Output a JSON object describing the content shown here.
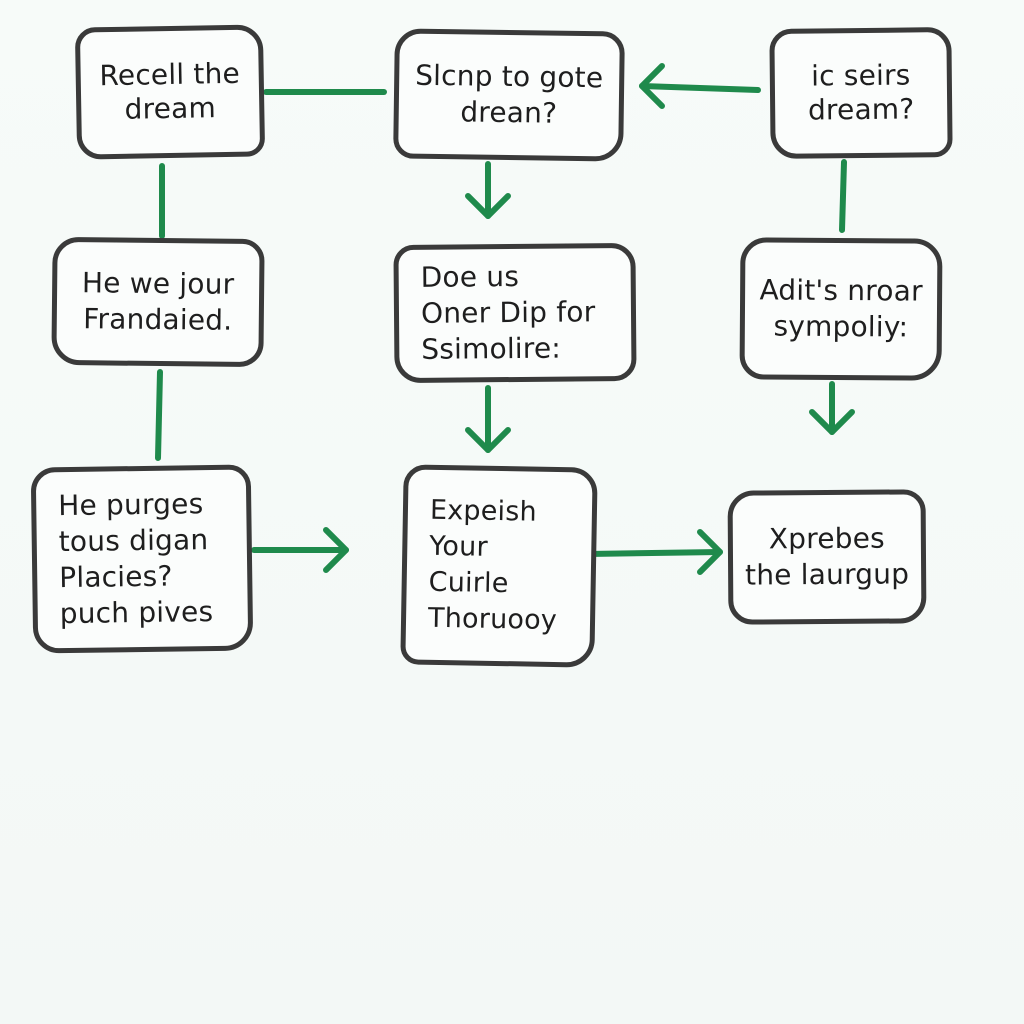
{
  "diagram": {
    "colors": {
      "arrow": "#1f8a4c",
      "border": "#3a3a3a",
      "text": "#1e1e1e",
      "background": "#f6faf8"
    },
    "nodes": [
      {
        "id": "n1",
        "lines": [
          "Recell the",
          "dream"
        ]
      },
      {
        "id": "n2",
        "lines": [
          "Slcnp to gote",
          "drean?"
        ]
      },
      {
        "id": "n3",
        "lines": [
          "ic seirs",
          "dream?"
        ]
      },
      {
        "id": "n4",
        "lines": [
          "He we jour",
          "Frandaied."
        ]
      },
      {
        "id": "n5",
        "lines": [
          "Doe us",
          "Oner Dip for",
          "Ssimolire:"
        ]
      },
      {
        "id": "n6",
        "lines": [
          "Adit's nroar",
          "sympoliy:"
        ]
      },
      {
        "id": "n7",
        "lines": [
          "He purges",
          "tous digan",
          "Placies?",
          "puch pives"
        ]
      },
      {
        "id": "n8",
        "lines": [
          "Expeish",
          "Your",
          "Cuirle",
          "Thoruooy"
        ]
      },
      {
        "id": "n9",
        "lines": [
          "Xprebes",
          "the laurgup"
        ]
      }
    ],
    "connectors": [
      {
        "from": "n1",
        "to": "n2",
        "arrow": false
      },
      {
        "from": "n3",
        "to": "n2",
        "arrow": true
      },
      {
        "from": "n2",
        "to": "n5",
        "arrow": true
      },
      {
        "from": "n1",
        "to": "n4",
        "arrow": false
      },
      {
        "from": "n3",
        "to": "n6",
        "arrow": false
      },
      {
        "from": "n4",
        "to": "n7",
        "arrow": false
      },
      {
        "from": "n5",
        "to": "n8",
        "arrow": true
      },
      {
        "from": "n6",
        "to": "n9",
        "arrow": true
      },
      {
        "from": "n7",
        "to": "n8",
        "arrow": true
      },
      {
        "from": "n8",
        "to": "n9",
        "arrow": true
      }
    ]
  }
}
